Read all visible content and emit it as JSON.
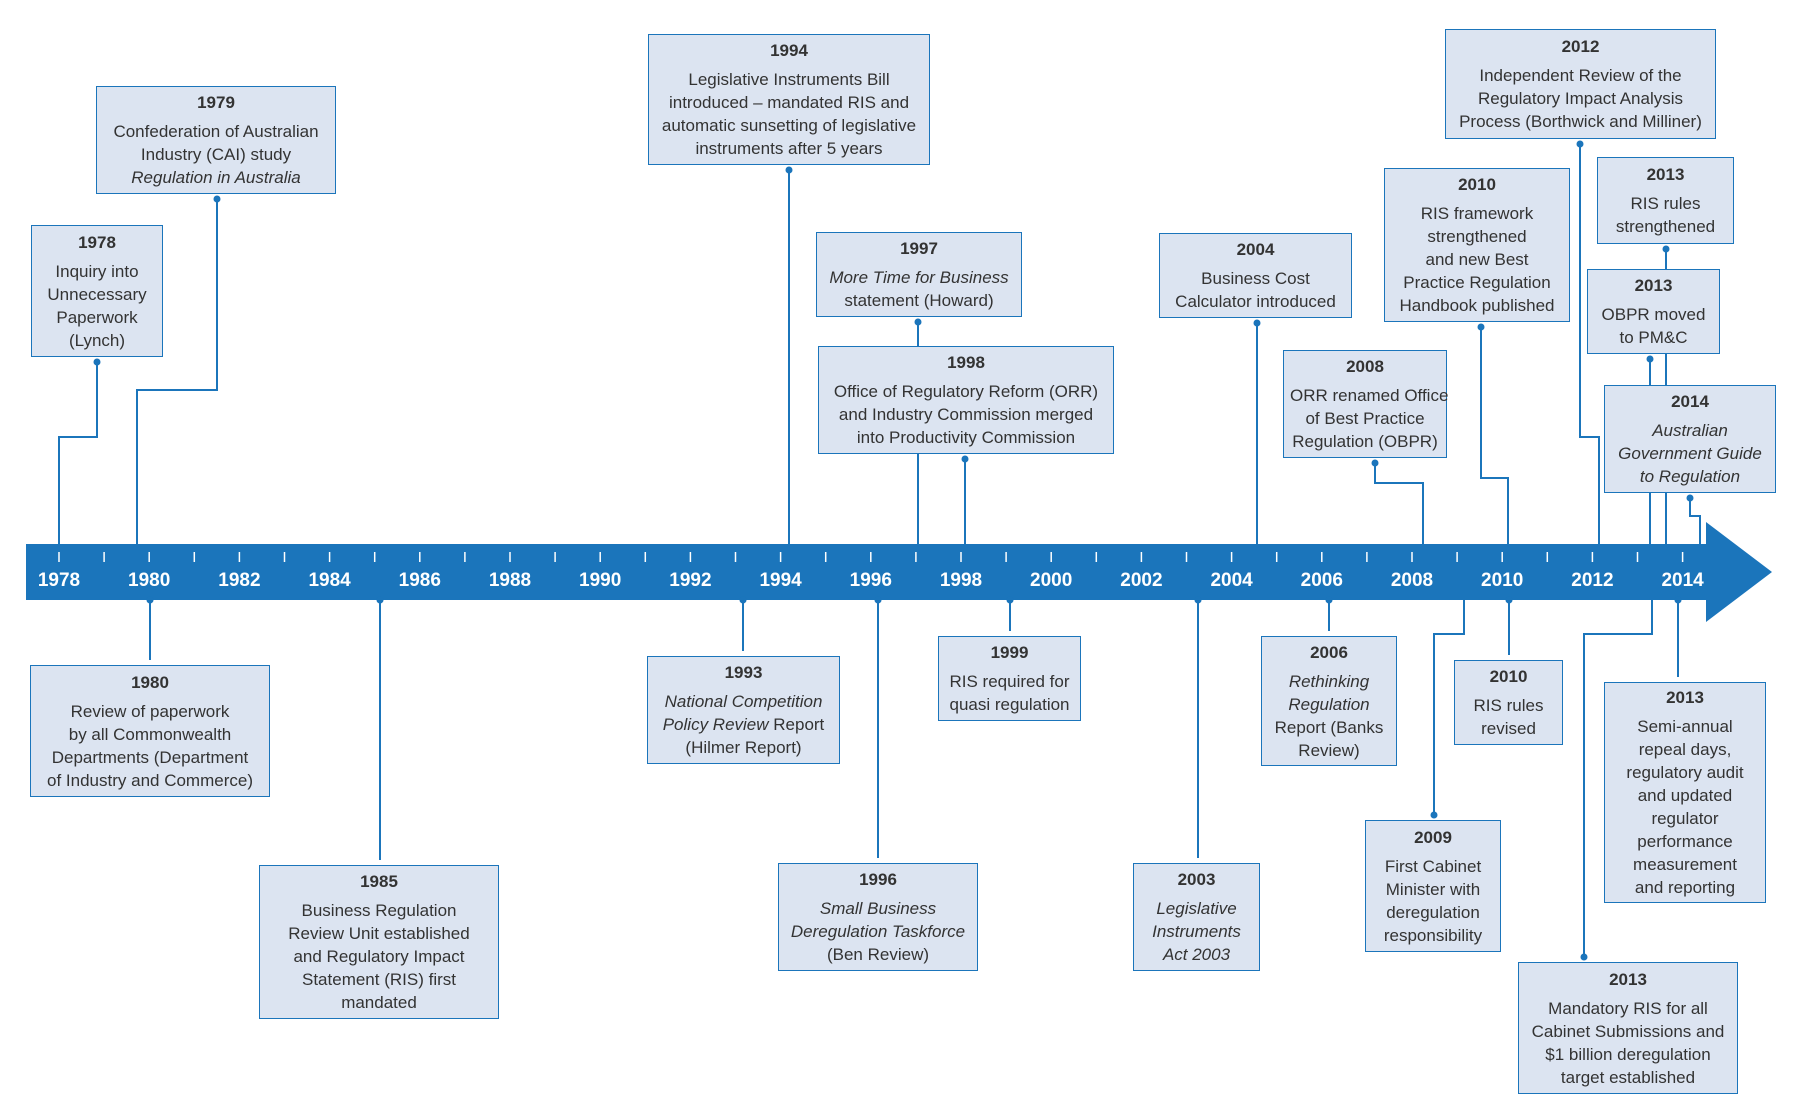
{
  "colors": {
    "accent": "#1b75bb",
    "box_fill": "#dce4f1",
    "text": "#333333"
  },
  "axis": {
    "labels": [
      "1978",
      "1980",
      "1982",
      "1984",
      "1986",
      "1988",
      "1990",
      "1992",
      "1994",
      "1996",
      "1998",
      "2000",
      "2002",
      "2004",
      "2006",
      "2008",
      "2010",
      "2012",
      "2014"
    ]
  },
  "events": [
    {
      "year": "1978",
      "lines": [
        [
          "Inquiry into"
        ],
        [
          "Unnecessary"
        ],
        [
          "Paperwork"
        ],
        [
          "(Lynch)"
        ]
      ]
    },
    {
      "year": "1979",
      "lines": [
        [
          "Confederation of Australian"
        ],
        [
          "Industry (CAI) study"
        ],
        [
          {
            "t": "Regulation in Australia",
            "i": true
          }
        ]
      ]
    },
    {
      "year": "1980",
      "lines": [
        [
          "Review of paperwork"
        ],
        [
          "by all Commonwealth"
        ],
        [
          "Departments (Department"
        ],
        [
          "of Industry and Commerce)"
        ]
      ]
    },
    {
      "year": "1985",
      "lines": [
        [
          "Business Regulation"
        ],
        [
          "Review Unit established"
        ],
        [
          "and Regulatory Impact"
        ],
        [
          "Statement (RIS) first"
        ],
        [
          "mandated"
        ]
      ]
    },
    {
      "year": "1993",
      "lines": [
        [
          {
            "t": "National Competition",
            "i": true
          }
        ],
        [
          {
            "t": "Policy Review",
            "i": true
          },
          " Report"
        ],
        [
          "(Hilmer Report)"
        ]
      ]
    },
    {
      "year": "1994",
      "lines": [
        [
          "Legislative Instruments Bill"
        ],
        [
          "introduced – mandated RIS and"
        ],
        [
          "automatic sunsetting of legislative"
        ],
        [
          "instruments after 5 years"
        ]
      ]
    },
    {
      "year": "1996",
      "lines": [
        [
          {
            "t": "Small Business",
            "i": true
          }
        ],
        [
          {
            "t": "Deregulation Taskforce",
            "i": true
          }
        ],
        [
          "(Ben Review)"
        ]
      ]
    },
    {
      "year": "1997",
      "lines": [
        [
          {
            "t": "More Time for Business",
            "i": true
          }
        ],
        [
          "statement (Howard)"
        ]
      ]
    },
    {
      "year": "1998",
      "lines": [
        [
          "Office of Regulatory Reform (ORR)"
        ],
        [
          "and Industry Commission merged"
        ],
        [
          "into Productivity Commission"
        ]
      ]
    },
    {
      "year": "1999",
      "lines": [
        [
          "RIS required for"
        ],
        [
          "quasi regulation"
        ]
      ]
    },
    {
      "year": "2003",
      "lines": [
        [
          {
            "t": "Legislative",
            "i": true
          }
        ],
        [
          {
            "t": "Instruments",
            "i": true
          }
        ],
        [
          {
            "t": "Act 2003",
            "i": true
          }
        ]
      ]
    },
    {
      "year": "2004",
      "lines": [
        [
          "Business Cost"
        ],
        [
          "Calculator introduced"
        ]
      ]
    },
    {
      "year": "2006",
      "lines": [
        [
          {
            "t": "Rethinking",
            "i": true
          }
        ],
        [
          {
            "t": "Regulation",
            "i": true
          }
        ],
        [
          "Report (Banks"
        ],
        [
          "Review)"
        ]
      ]
    },
    {
      "year": "2008",
      "lines": [
        [
          "ORR renamed Office"
        ],
        [
          "of Best Practice"
        ],
        [
          "Regulation (OBPR)"
        ]
      ]
    },
    {
      "year": "2009",
      "lines": [
        [
          "First Cabinet"
        ],
        [
          "Minister with"
        ],
        [
          "deregulation"
        ],
        [
          "responsibility"
        ]
      ]
    },
    {
      "year": "2010",
      "lines": [
        [
          "RIS framework"
        ],
        [
          "strengthened"
        ],
        [
          "and new Best"
        ],
        [
          "Practice Regulation"
        ],
        [
          "Handbook published"
        ]
      ]
    },
    {
      "year": "2010",
      "lines": [
        [
          "RIS rules"
        ],
        [
          "revised"
        ]
      ]
    },
    {
      "year": "2012",
      "lines": [
        [
          "Independent Review of the"
        ],
        [
          "Regulatory Impact Analysis"
        ],
        [
          "Process (Borthwick and Milliner)"
        ]
      ]
    },
    {
      "year": "2013",
      "lines": [
        [
          "RIS rules"
        ],
        [
          "strengthened"
        ]
      ]
    },
    {
      "year": "2013",
      "lines": [
        [
          "OBPR moved"
        ],
        [
          "to PM&C"
        ]
      ]
    },
    {
      "year": "2014",
      "lines": [
        [
          {
            "t": "Australian",
            "i": true
          }
        ],
        [
          {
            "t": "Government Guide",
            "i": true
          }
        ],
        [
          {
            "t": "to Regulation",
            "i": true
          }
        ]
      ]
    },
    {
      "year": "2013",
      "lines": [
        [
          "Semi-annual"
        ],
        [
          "repeal days,"
        ],
        [
          "regulatory audit"
        ],
        [
          "and updated"
        ],
        [
          "regulator"
        ],
        [
          "performance"
        ],
        [
          "measurement"
        ],
        [
          "and reporting"
        ]
      ]
    },
    {
      "year": "2013",
      "lines": [
        [
          "Mandatory RIS for all"
        ],
        [
          "Cabinet Submissions and"
        ],
        [
          "$1 billion deregulation"
        ],
        [
          "target established"
        ]
      ]
    }
  ]
}
